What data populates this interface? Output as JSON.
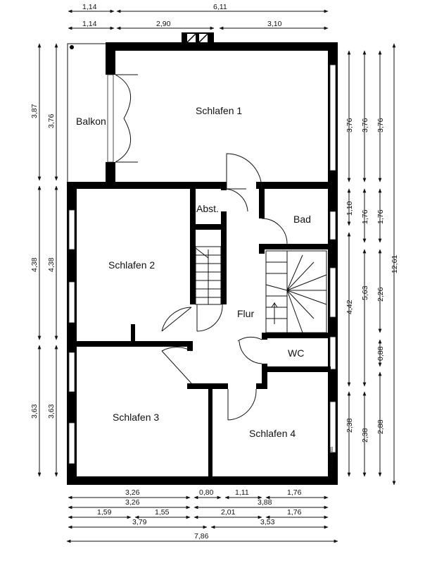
{
  "brand": "McGrundriss",
  "rooms": {
    "balkon": "Balkon",
    "schlafen1": "Schlafen 1",
    "abst": "Abst.",
    "bad": "Bad",
    "schlafen2": "Schlafen 2",
    "flur": "Flur",
    "wc": "WC",
    "schlafen3": "Schlafen 3",
    "schlafen4": "Schlafen 4"
  },
  "dims": {
    "top": [
      "1,14",
      "6,11",
      "1,14",
      "2,90",
      "3,10"
    ],
    "left_outer": [
      "3,87",
      "4,38",
      "3,63"
    ],
    "left_inner": [
      "3,76",
      "4,38",
      "3,63"
    ],
    "right_a": [
      "3,76",
      "1,10",
      "4,42",
      "2,38"
    ],
    "right_b": [
      "3,76",
      "1,76",
      "5,63",
      "2,38"
    ],
    "right_c": [
      "3,76",
      "1,76",
      "2,26",
      "0,88",
      "2,88"
    ],
    "right_total": "12,61",
    "bottom_row1": [
      "3,26",
      "0,80",
      "1,11",
      "1,76"
    ],
    "bottom_row2": [
      "3,26",
      "3,88"
    ],
    "bottom_row3": [
      "1,59",
      "1,55",
      "2,01",
      "1,76"
    ],
    "bottom_row4": [
      "3,79",
      "3,53"
    ],
    "bottom_total": "7,86"
  }
}
